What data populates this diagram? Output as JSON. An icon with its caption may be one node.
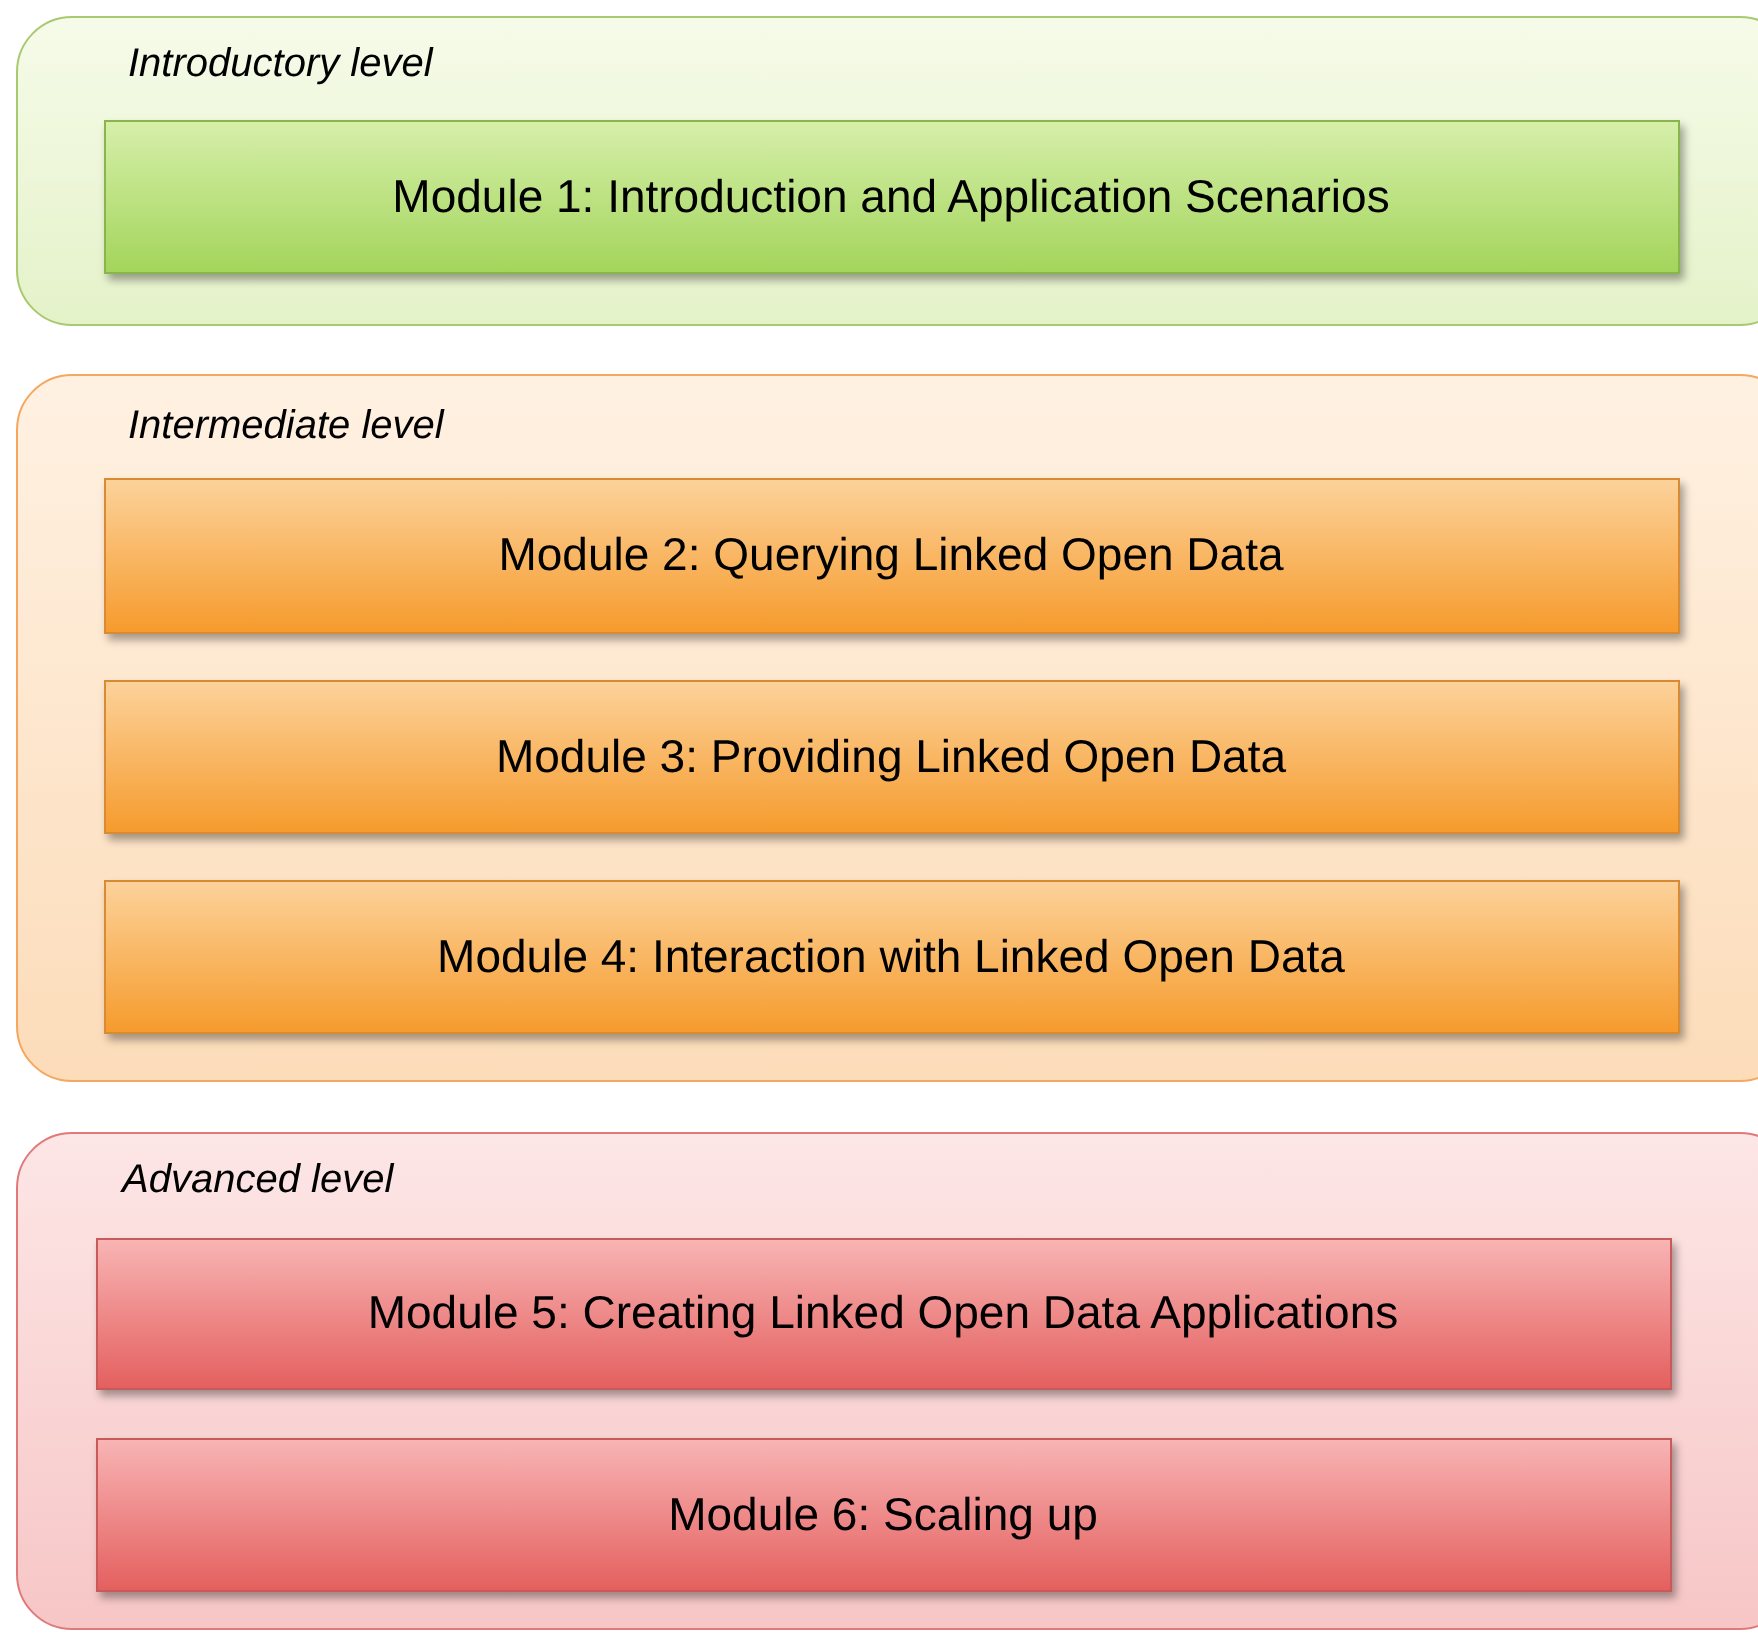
{
  "diagram": {
    "nodes": [
      {
        "text": [
          "Introductory level"
        ]
      },
      {
        "text": [
          "Module 1: Introduction and Application Scenarios"
        ],
        "in": 0
      },
      {
        "text": [
          "Intermediate level"
        ]
      },
      {
        "text": [
          "Module 2: Querying Linked Open Data"
        ],
        "in": 2
      },
      {
        "text": [
          "Module 3: Providing Linked Open Data"
        ],
        "in": 2
      },
      {
        "text": [
          "Module 4: Interaction with Linked Open Data"
        ],
        "in": 2
      },
      {
        "text": [
          "Advanced level"
        ]
      },
      {
        "text": [
          "Module 5: Creating Linked Open Data Applications"
        ],
        "in": 6
      },
      {
        "text": [
          "Module 6: Scaling up"
        ],
        "in": 6
      }
    ]
  }
}
